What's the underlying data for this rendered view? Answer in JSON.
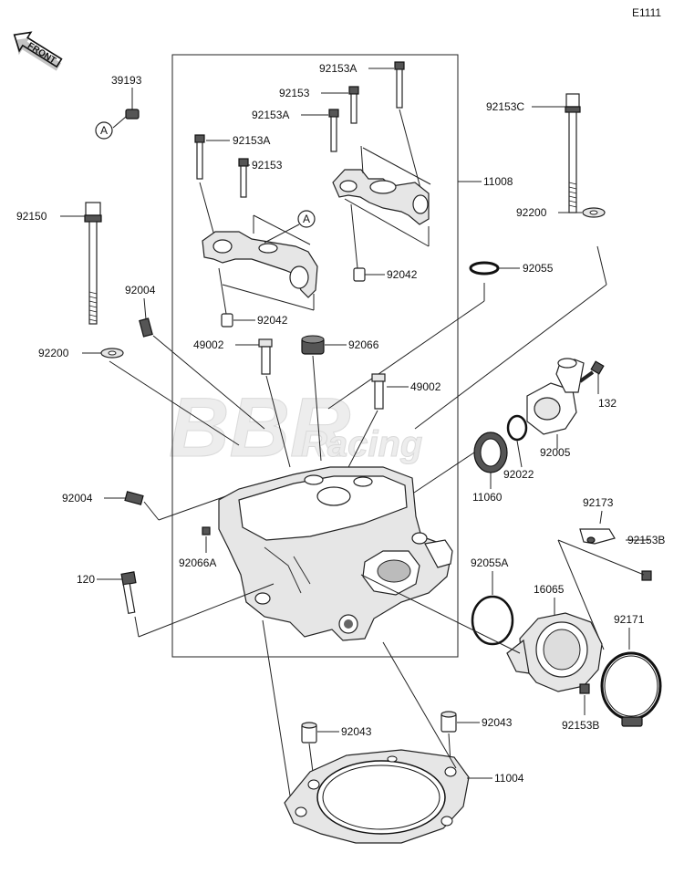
{
  "diagram_code": "E1111",
  "front_label": "FRONT",
  "ref_marker": "A",
  "watermark": {
    "line1": "BBR",
    "line2": "Racing"
  },
  "parts": {
    "p39193": "39193",
    "p92153A_1": "92153A",
    "p92153_1": "92153",
    "p92153A_2": "92153A",
    "p92153A_3": "92153A",
    "p92153_2": "92153",
    "p92153C": "92153C",
    "p11008": "11008",
    "p92150": "92150",
    "p92200_1": "92200",
    "p92200_2": "92200",
    "p92042_1": "92042",
    "p92042_2": "92042",
    "p92055": "92055",
    "p92004_1": "92004",
    "p92004_2": "92004",
    "p49002_1": "49002",
    "p49002_2": "49002",
    "p92066": "92066",
    "p132": "132",
    "p92005": "92005",
    "p92022": "92022",
    "p11060": "11060",
    "p92173": "92173",
    "p92153B_1": "92153B",
    "p92153B_2": "92153B",
    "p92066A": "92066A",
    "p120": "120",
    "p92055A": "92055A",
    "p16065": "16065",
    "p92171": "92171",
    "p92043_1": "92043",
    "p92043_2": "92043",
    "p11004": "11004"
  }
}
